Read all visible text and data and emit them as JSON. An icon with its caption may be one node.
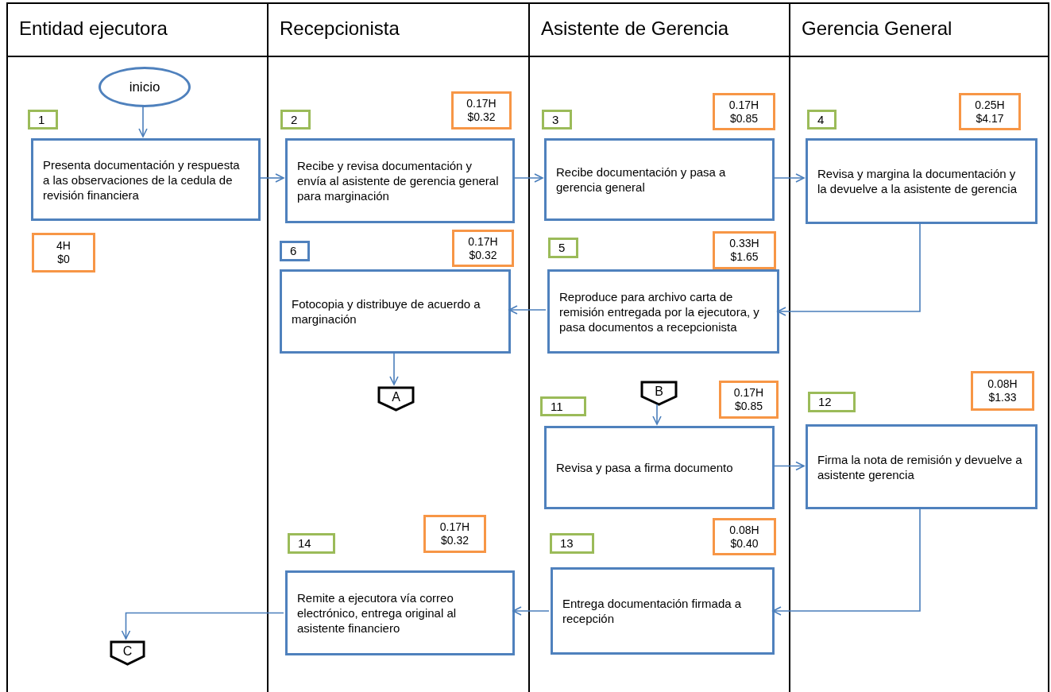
{
  "diagram": {
    "nodes": [
      {
        "text": [
          "Entidad ejecutora"
        ]
      },
      {
        "text": [
          "Recepcionista"
        ]
      },
      {
        "text": [
          "Asistente de Gerencia"
        ]
      },
      {
        "text": [
          "Gerencia General"
        ]
      },
      {
        "text": [
          "inicio"
        ],
        "in": 0
      },
      {
        "text": [
          "1"
        ],
        "in": 0
      },
      {
        "text": [
          "Presenta documentación y respuesta a las observaciones de la cedula de revisión financiera"
        ],
        "in": 0
      },
      {
        "text": [
          "4H",
          "$0"
        ],
        "in": 0
      },
      {
        "text": [
          "C"
        ],
        "in": 0
      },
      {
        "text": [
          "0.17H",
          "$0.32"
        ],
        "in": 1
      },
      {
        "text": [
          "2"
        ],
        "in": 1
      },
      {
        "text": [
          "Recibe y revisa documentación y envía al asistente de  gerencia general para marginación"
        ],
        "in": 1
      },
      {
        "text": [
          "6"
        ],
        "in": 1
      },
      {
        "text": [
          "0.17H",
          "$0.32"
        ],
        "in": 1
      },
      {
        "text": [
          "Fotocopia y distribuye de acuerdo a marginación"
        ],
        "in": 1
      },
      {
        "text": [
          "A"
        ],
        "in": 1
      },
      {
        "text": [
          "0.17H",
          "$0.32"
        ],
        "in": 1
      },
      {
        "text": [
          "14"
        ],
        "in": 1
      },
      {
        "text": [
          "Remite  a ejecutora vía correo electrónico, entrega original al asistente financiero"
        ],
        "in": 1
      },
      {
        "text": [
          "0.17H",
          "$0.85"
        ],
        "in": 2
      },
      {
        "text": [
          "3"
        ],
        "in": 2
      },
      {
        "text": [
          "Recibe documentación y pasa a gerencia general"
        ],
        "in": 2
      },
      {
        "text": [
          "5"
        ],
        "in": 2
      },
      {
        "text": [
          "0.33H",
          "$1.65"
        ],
        "in": 2
      },
      {
        "text": [
          "Reproduce para archivo carta de remisión entregada por la ejecutora, y pasa documentos a recepcionista"
        ],
        "in": 2
      },
      {
        "text": [
          "11"
        ],
        "in": 2
      },
      {
        "text": [
          "B"
        ],
        "in": 2
      },
      {
        "text": [
          "0.17H",
          "$0.85"
        ],
        "in": 2
      },
      {
        "text": [
          "Revisa y pasa a firma documento"
        ],
        "in": 2
      },
      {
        "text": [
          "0.08H",
          "$0.40"
        ],
        "in": 2
      },
      {
        "text": [
          "13"
        ],
        "in": 2
      },
      {
        "text": [
          "Entrega documentación firmada a recepción"
        ],
        "in": 2
      },
      {
        "text": [
          "0.25H",
          "$4.17"
        ],
        "in": 3
      },
      {
        "text": [
          "4"
        ],
        "in": 3
      },
      {
        "text": [
          "Revisa y  margina la documentación y la devuelve a la asistente de gerencia"
        ],
        "in": 3
      },
      {
        "text": [
          "0.08H",
          "$1.33"
        ],
        "in": 3
      },
      {
        "text": [
          "12"
        ],
        "in": 3
      },
      {
        "text": [
          "Firma la nota de remisión y devuelve a asistente gerencia"
        ],
        "in": 3
      }
    ],
    "edges": [
      {
        "from": 4,
        "to": 6,
        "arrow": "to"
      },
      {
        "from": 6,
        "to": 11,
        "arrow": "to"
      },
      {
        "from": 11,
        "to": 21,
        "arrow": "to"
      },
      {
        "from": 21,
        "to": 34,
        "arrow": "to"
      },
      {
        "from": 34,
        "to": 24,
        "arrow": "to"
      },
      {
        "from": 24,
        "to": 14,
        "arrow": "to"
      },
      {
        "from": 14,
        "to": 15,
        "arrow": "to"
      },
      {
        "from": 26,
        "to": 28,
        "arrow": "to"
      },
      {
        "from": 28,
        "to": 37,
        "arrow": "to"
      },
      {
        "from": 37,
        "to": 31,
        "arrow": "to"
      },
      {
        "from": 31,
        "to": 18,
        "arrow": "to"
      },
      {
        "from": 18,
        "to": 8,
        "arrow": "to"
      }
    ]
  }
}
